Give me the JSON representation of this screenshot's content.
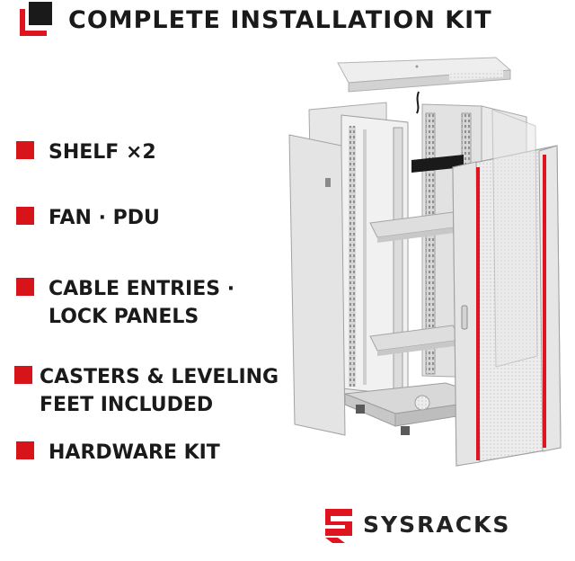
{
  "header": {
    "title": "COMPLETE INSTALLATION KIT"
  },
  "features": [
    {
      "lines": [
        "SHELF ×2"
      ]
    },
    {
      "lines": [
        "FAN · PDU"
      ]
    },
    {
      "lines": [
        "CABLE ENTRIES ·",
        "LOCK PANELS"
      ]
    },
    {
      "lines": [
        "CASTERS & LEVELING",
        "FEET INCLUDED"
      ]
    },
    {
      "lines": [
        "HARDWARE KIT"
      ]
    }
  ],
  "brand": {
    "name": "SYSRACKS"
  },
  "colors": {
    "accent_red": "#e0141e",
    "text_dark": "#1a1a1a",
    "panel_light": "#e6e6e6",
    "panel_edge": "#a8a8a8"
  }
}
